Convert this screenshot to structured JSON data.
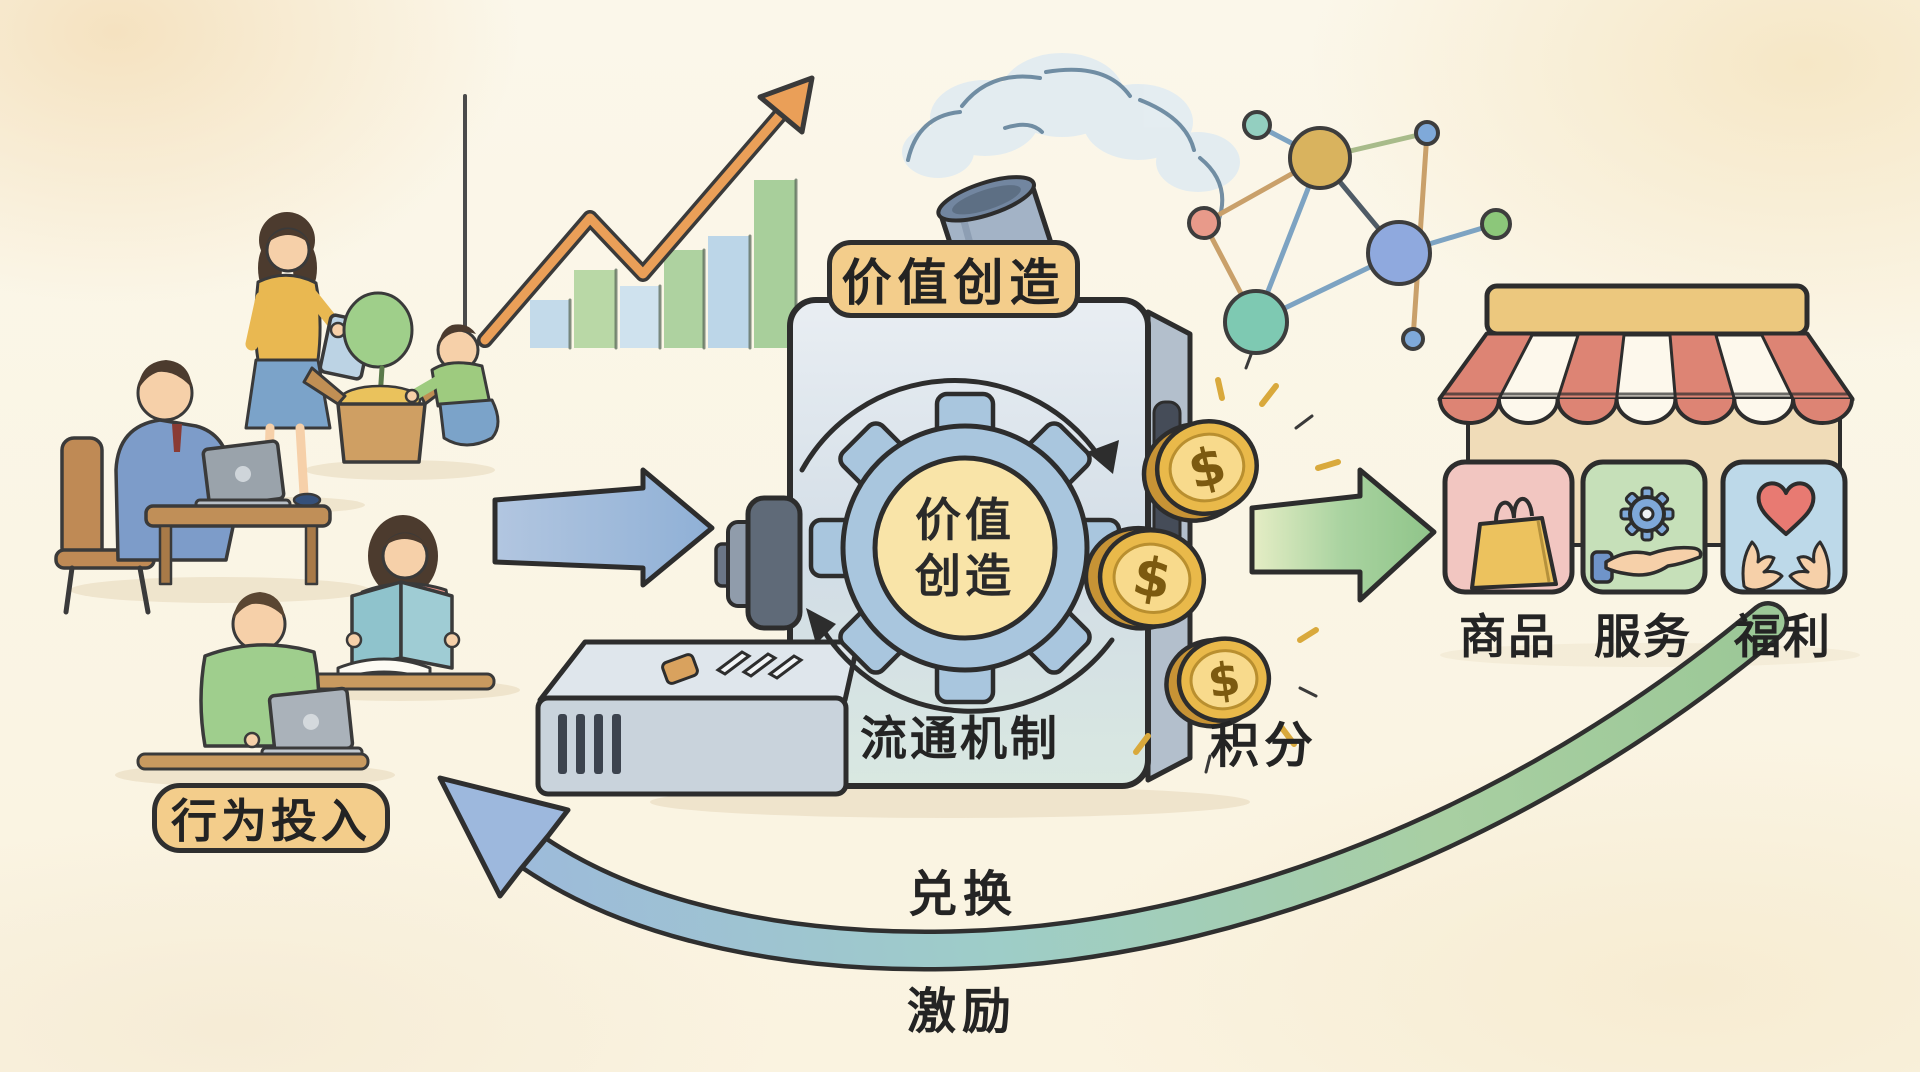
{
  "illustration": {
    "top_machine_label": "价值创造",
    "gear_text": {
      "line1": "价值",
      "line2": "创造"
    },
    "machine_bottom_label": "流通机制",
    "coins_label": "积分",
    "coin_symbol": "$",
    "input_label": "行为投入",
    "cycle_labels": {
      "redeem": "兑换",
      "incentive": "激励"
    },
    "store": {
      "items": [
        {
          "label": "商品",
          "icon": "shopping-bag-icon",
          "card_color": "#f2c6c1"
        },
        {
          "label": "服务",
          "icon": "hand-with-gear-icon",
          "card_color": "#c6e0b9"
        },
        {
          "label": "福利",
          "icon": "hands-holding-heart-icon",
          "card_color": "#bdd9e9"
        }
      ]
    },
    "figures": [
      "man-working-on-laptop-at-desk",
      "woman-standing-with-tablet",
      "child-unpacking-box-with-plant",
      "woman-reading-book",
      "man-typing-on-laptop"
    ],
    "decorations": {
      "growth_chart": {
        "bars": 6,
        "trend_arrow": "rising-zigzag"
      },
      "network_graph": {
        "nodes": 8
      },
      "coins_count": 3,
      "machine_smoke": true
    },
    "colors": {
      "background": "#fbf6e8",
      "label_badge": "#f3cd8b",
      "outline": "#2f2f2f",
      "machine_front": "#d9e2ea",
      "gear": "#a9c6de",
      "gear_center": "#f9e4a8",
      "coin_gold": "#f0c455",
      "flow_arrow_blue": "#9cb8da",
      "flow_arrow_green": "#9ccb93",
      "trend_arrow_orange": "#ea9f58",
      "awning_red": "#dd8474",
      "store_sign": "#ecc87e"
    }
  }
}
